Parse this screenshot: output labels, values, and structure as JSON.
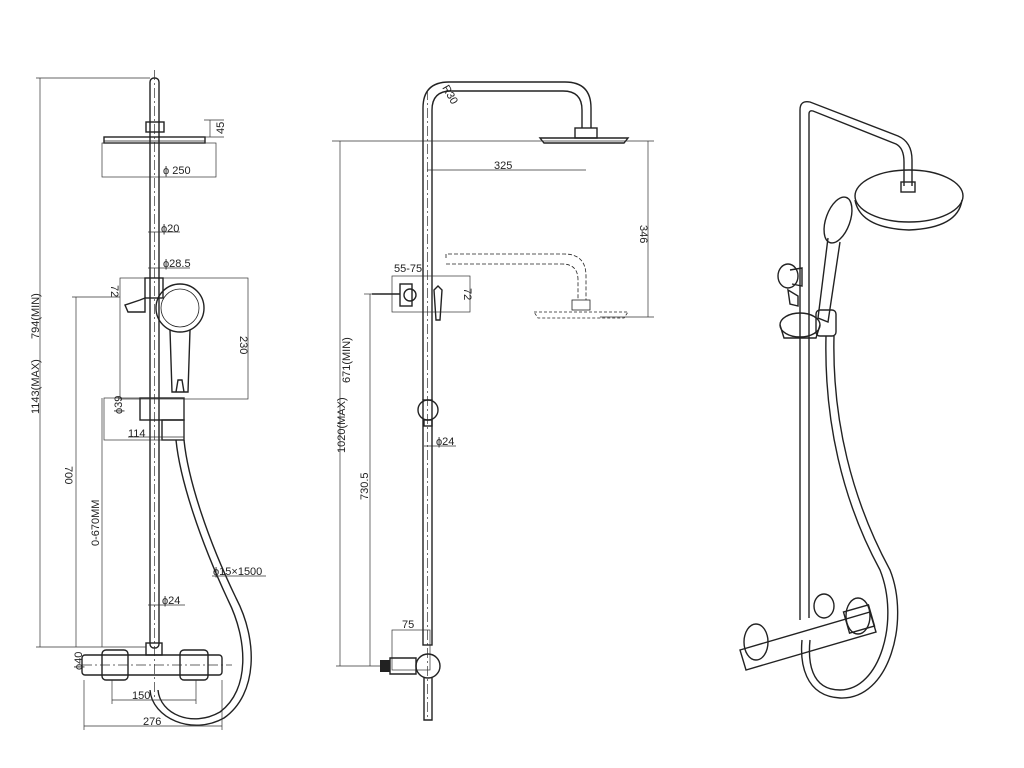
{
  "front_view": {
    "dims": {
      "head_height": "45",
      "head_diameter": "ϕ 250",
      "pipe_diameter": "ϕ20",
      "holder_diameter": "ϕ28.5",
      "bracket_height": "72",
      "handshower_height": "230",
      "slider_diameter": "ϕ39",
      "slider_width": "114",
      "lower_pipe_diameter": "ϕ24",
      "hose": "ϕ15×1500",
      "min_height": "794(MIN)",
      "max_height": "1143(MAX)",
      "height_700": "700",
      "adjust_range": "0-670MM",
      "valve_diameter": "ϕ40",
      "center_distance": "150",
      "overall_width": "276"
    }
  },
  "side_view": {
    "dims": {
      "bend_radius": "R30",
      "arm_length": "325",
      "head_drop": "346",
      "wall_bracket": "55-75",
      "bracket_height": "72",
      "lower_pipe_diameter": "ϕ24",
      "min_height": "671(MIN)",
      "max_height": "1020(MAX)",
      "height_7305": "730.5",
      "inlet_offset": "75"
    }
  }
}
